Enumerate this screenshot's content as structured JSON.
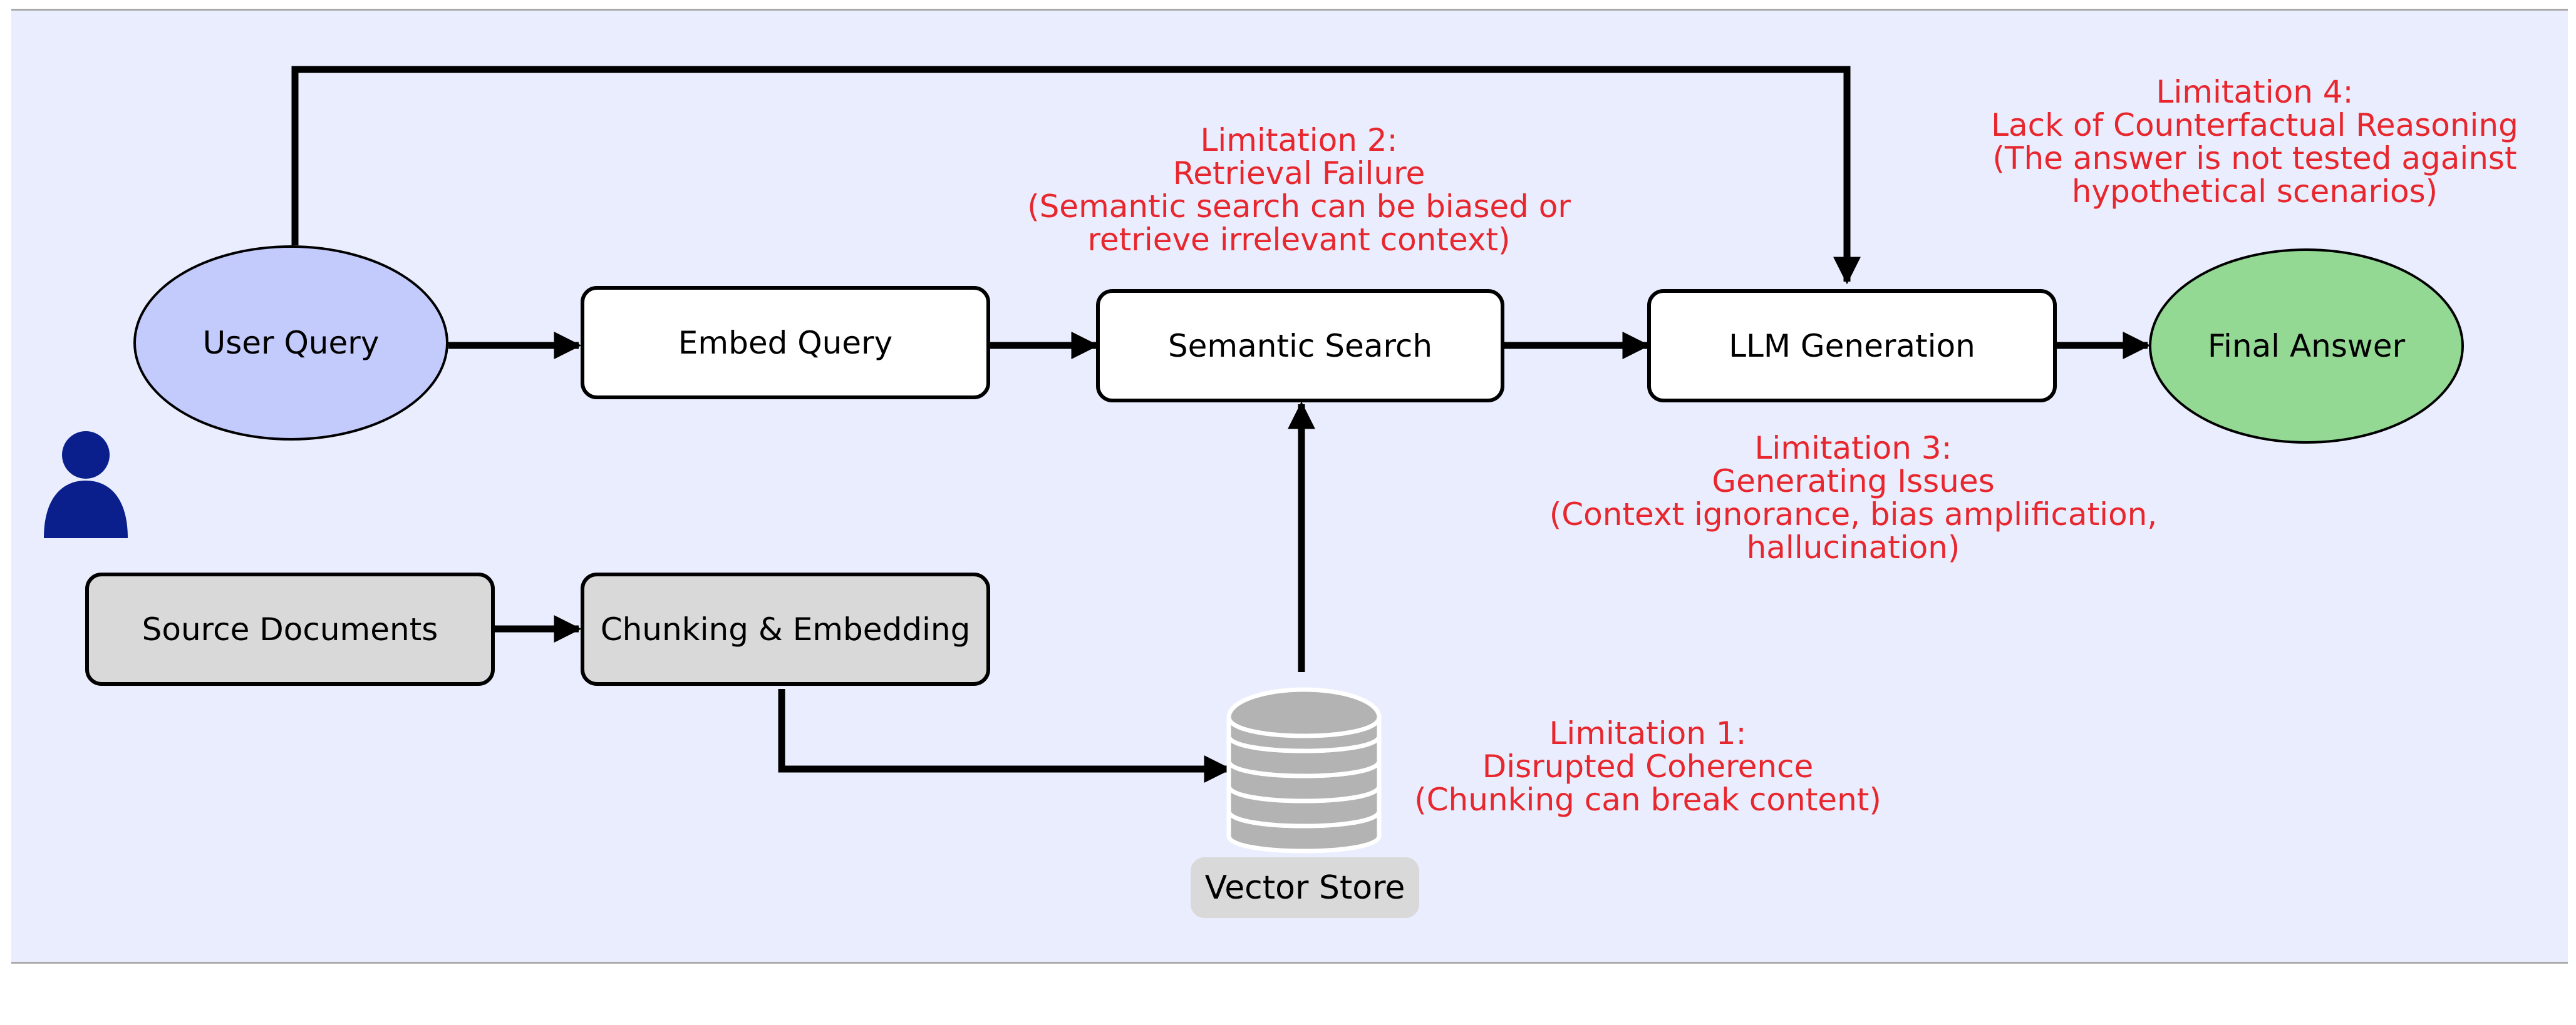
{
  "nodes": {
    "user_query": "User Query",
    "embed_query": "Embed Query",
    "semantic_search": "Semantic Search",
    "llm_generation": "LLM Generation",
    "final_answer": "Final Answer",
    "source_documents": "Source Documents",
    "chunking_embedding": "Chunking & Embedding",
    "vector_store": "Vector Store"
  },
  "limitations": {
    "l1": [
      "Limitation 1:",
      "Disrupted Coherence",
      "(Chunking can break content)"
    ],
    "l2": [
      "Limitation 2:",
      "Retrieval Failure",
      "(Semantic search can be biased or",
      "retrieve irrelevant context)"
    ],
    "l3": [
      "Limitation 3:",
      "Generating Issues",
      "(Context ignorance, bias amplification,",
      "hallucination)"
    ],
    "l4": [
      "Limitation 4:",
      "Lack of Counterfactual Reasoning",
      "(The answer is not tested against",
      "hypothetical scenarios)"
    ]
  },
  "colors": {
    "background": "#eaedfd",
    "user_query_fill": "#c3cbfd",
    "final_answer_fill": "#93d994",
    "gray_fill": "#d9d9d9",
    "limitation_text": "#e8262d",
    "user_icon": "#0a1f8c",
    "database_icon": "#b3b3b3"
  },
  "icons": [
    "user-icon",
    "database-icon"
  ]
}
